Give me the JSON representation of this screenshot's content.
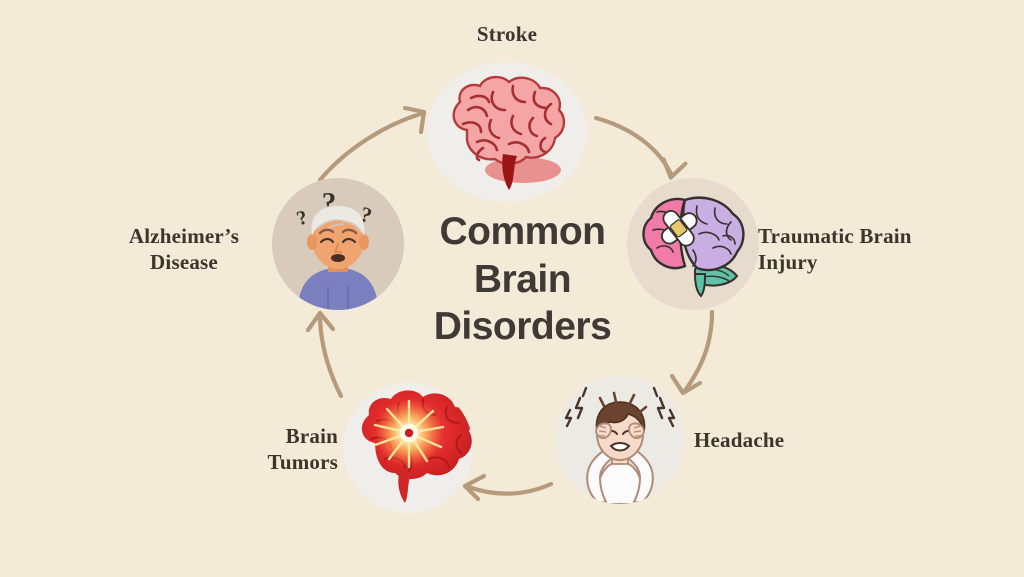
{
  "page": {
    "background_color": "#f3ead8",
    "title_color": "#403a36",
    "label_color": "#3d342c",
    "arrow_color": "#b59a7c"
  },
  "center": {
    "title_lines": [
      "Common",
      "Brain",
      "Disorders"
    ],
    "title_full": "Common Brain Disorders"
  },
  "nodes": [
    {
      "id": "stroke",
      "label_lines": [
        "Stroke"
      ],
      "label": "Stroke",
      "icon": "brain-stroke-icon",
      "circle_color": "#f0eeea",
      "colors": {
        "brain": "#f3a3a3",
        "lines": "#b13a3a",
        "stem": "#9c1f1f",
        "shadow": "#e08585"
      }
    },
    {
      "id": "traumatic-brain-injury",
      "label_lines": [
        "Traumatic Brain",
        "Injury"
      ],
      "label": "Traumatic Brain Injury",
      "icon": "brain-bandage-icon",
      "circle_color": "#e6dbcc",
      "colors": {
        "frontal": "#f07aa8",
        "body": "#c6a8e0",
        "cerebellum": "#5fc2a6",
        "outline": "#3a2f2a",
        "bandage": "#ffffff",
        "bandage_pad": "#e8c96a"
      }
    },
    {
      "id": "headache",
      "label_lines": [
        "Headache"
      ],
      "label": "Headache",
      "icon": "person-headache-icon",
      "circle_color": "#eceae4",
      "colors": {
        "hair": "#5a3a2a",
        "skin": "#f6d9c8",
        "shirt": "#fbfbfb",
        "outline": "#b08a78",
        "pain": "#4a3328"
      }
    },
    {
      "id": "brain-tumors",
      "label_lines": [
        "Brain",
        "Tumors"
      ],
      "label": "Brain Tumors",
      "icon": "brain-tumor-glow-icon",
      "circle_color": "#f0eeeb",
      "colors": {
        "brain": "#e03434",
        "glow": "#ffe9a0",
        "core": "#ffffff"
      }
    },
    {
      "id": "alzheimers-disease",
      "label_lines": [
        "Alzheimer’s",
        "Disease"
      ],
      "label": "Alzheimer’s Disease",
      "icon": "elderly-person-confused-icon",
      "circle_color": "#d8cbbc",
      "colors": {
        "hair": "#e8e6e1",
        "skin": "#f0a571",
        "sweater": "#7b7fc0",
        "question": "#3a332c"
      }
    }
  ],
  "arrows": [
    {
      "id": "arrow-alzheimers-to-stroke",
      "from": "alzheimers-disease",
      "to": "stroke",
      "direction": "up-right"
    },
    {
      "id": "arrow-stroke-to-tbi",
      "from": "stroke",
      "to": "traumatic-brain-injury",
      "direction": "down-right"
    },
    {
      "id": "arrow-tbi-to-headache",
      "from": "traumatic-brain-injury",
      "to": "headache",
      "direction": "down"
    },
    {
      "id": "arrow-headache-to-tumors",
      "from": "headache",
      "to": "brain-tumors",
      "direction": "left"
    },
    {
      "id": "arrow-tumors-to-alzheimers",
      "from": "brain-tumors",
      "to": "alzheimers-disease",
      "direction": "up"
    }
  ]
}
